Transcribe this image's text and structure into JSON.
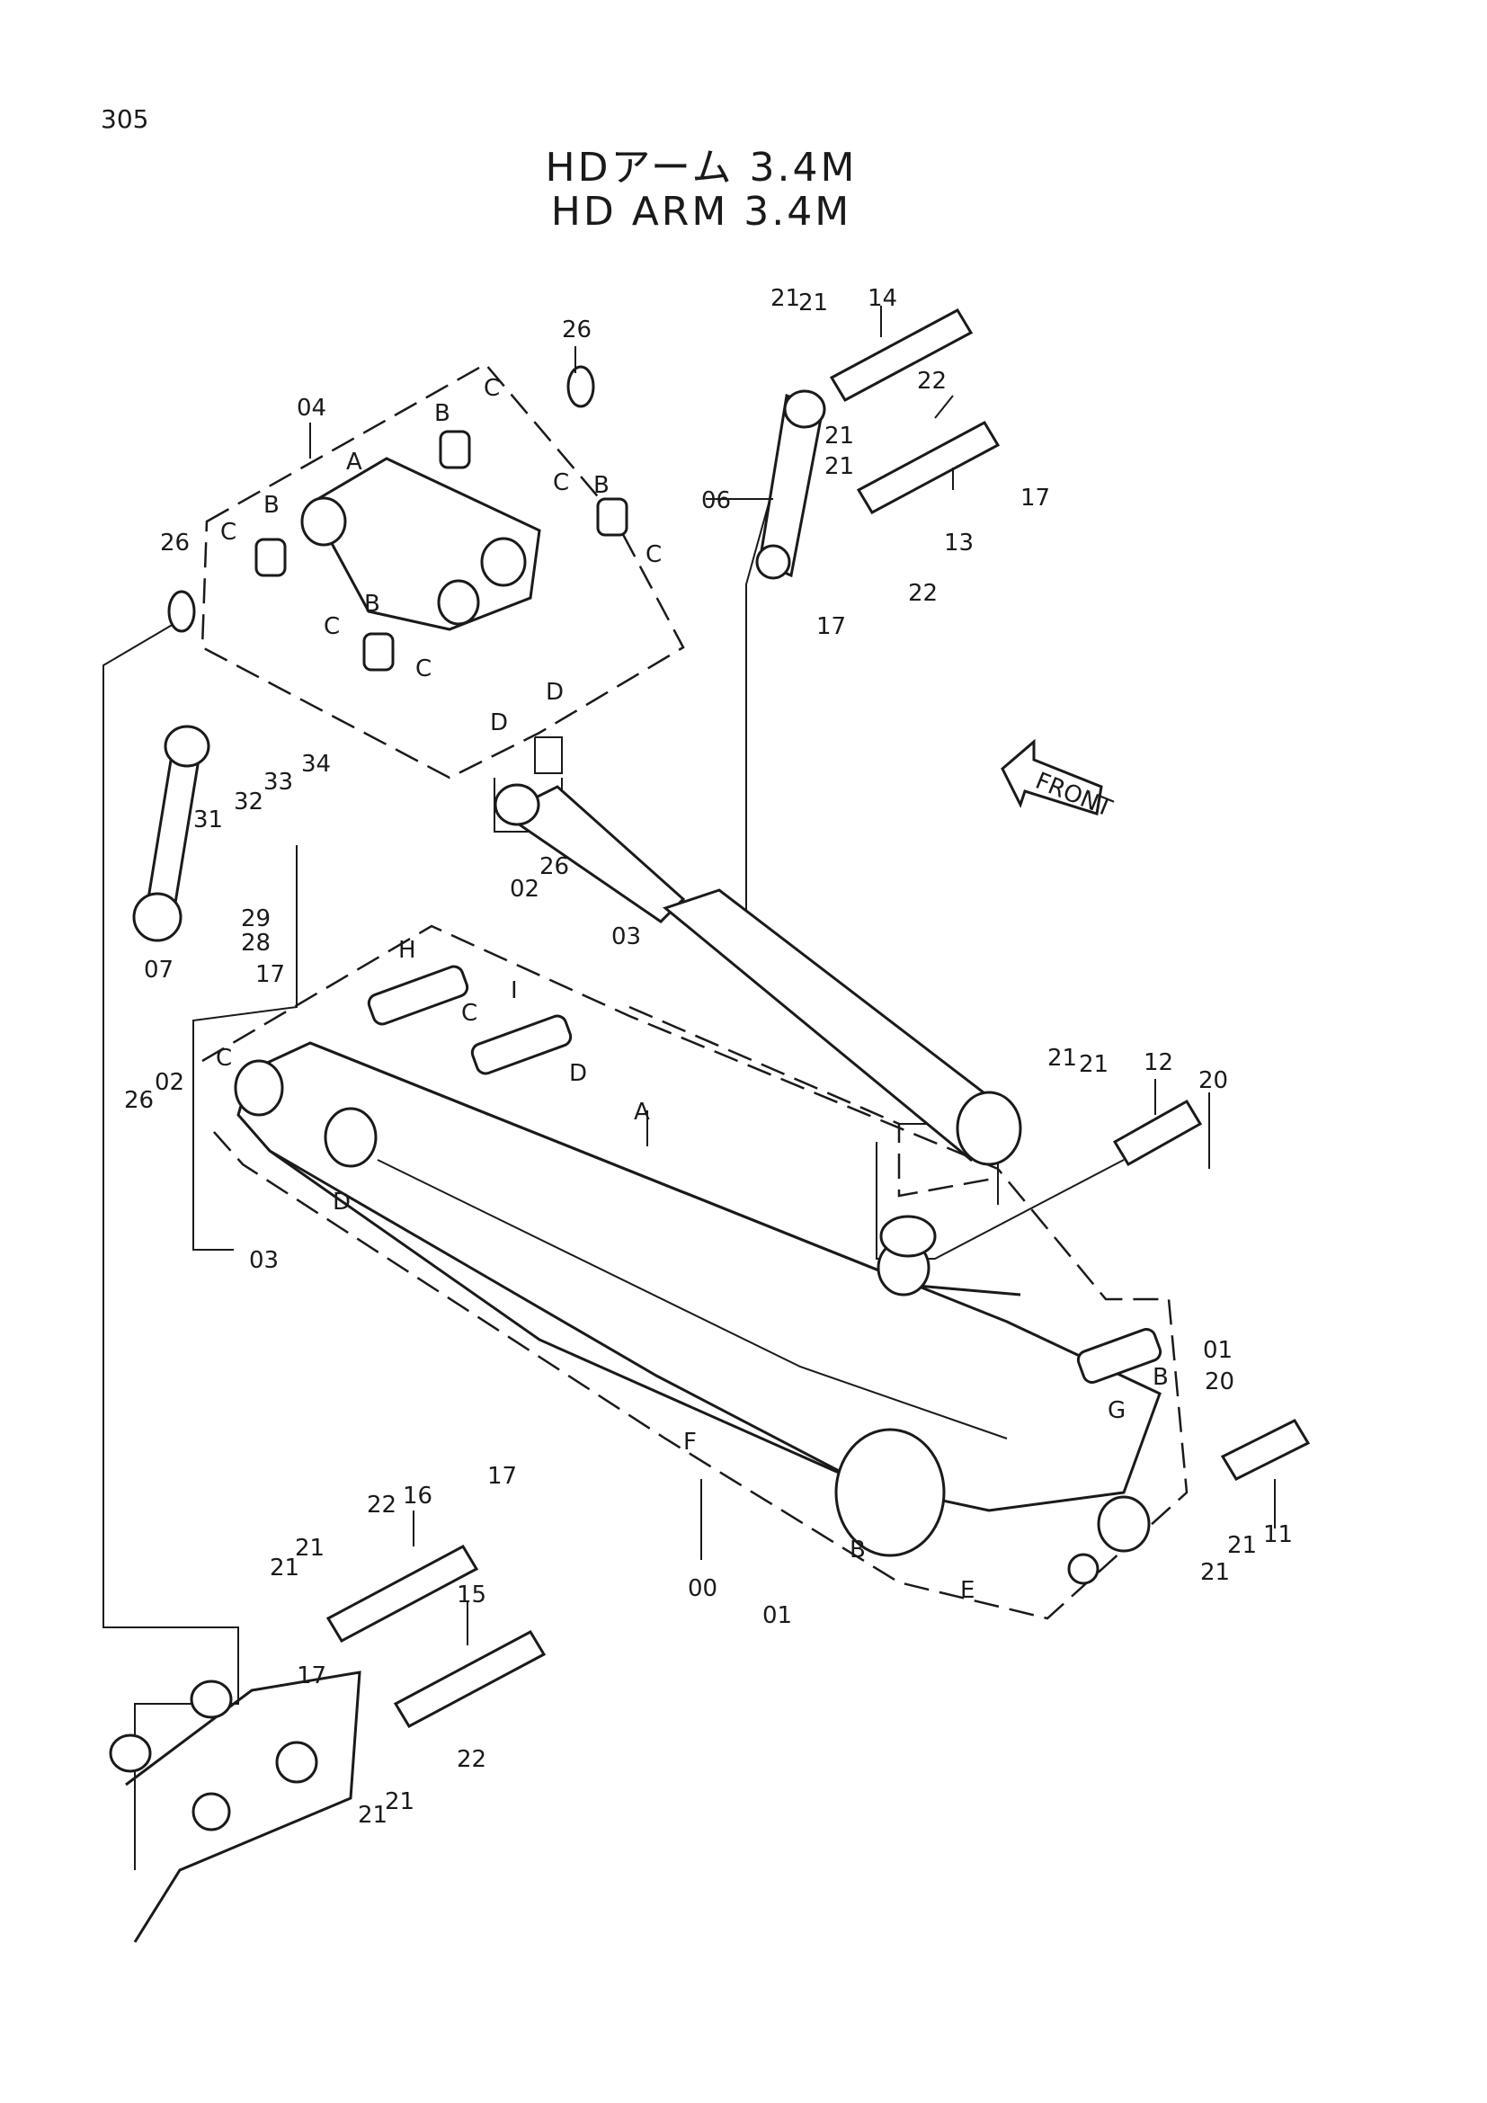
{
  "page_number": "305",
  "title_jp": "HDアーム 3.4M",
  "title_en": "HD ARM 3.4M",
  "front_label": "FRONT",
  "callouts": {
    "n04": "04",
    "n26a": "26",
    "n26b": "26",
    "n26c": "26",
    "n26d": "26",
    "bA1": "A",
    "bB1": "B",
    "bC1": "C",
    "bB2": "B",
    "bC2": "C",
    "bC3": "C",
    "bB3": "B",
    "bC4": "C",
    "bB4": "B",
    "bC5": "C",
    "bC6": "C",
    "bD1": "D",
    "bD2": "D",
    "n33": "33",
    "n34": "34",
    "n31": "31",
    "n32": "32",
    "n29": "29",
    "n28": "28",
    "n17a": "17",
    "n07": "07",
    "n21a": "21",
    "n21b": "21",
    "n14": "14",
    "n22a": "22",
    "n21c": "21",
    "n21d": "21",
    "n06": "06",
    "n13": "13",
    "n17b": "17",
    "n17c": "17",
    "n22b": "22",
    "n02a": "02",
    "n03a": "03",
    "bH": "H",
    "bCc": "C",
    "bI": "I",
    "bDd": "D",
    "n02b": "02",
    "bCl": "C",
    "bA2": "A",
    "bD3": "D",
    "n03b": "03",
    "n21e": "21",
    "n21f": "21",
    "n12": "12",
    "n20a": "20",
    "n01a": "01",
    "bB5": "B",
    "n20b": "20",
    "bG": "G",
    "bF": "F",
    "n11": "11",
    "n21g": "21",
    "n21h": "21",
    "n00": "00",
    "bB6": "B",
    "bE": "E",
    "n01b": "01",
    "n22c": "22",
    "n16": "16",
    "n17d": "17",
    "n21i": "21",
    "n21j": "21",
    "n17e": "17",
    "n15": "15",
    "n22d": "22",
    "n21k": "21",
    "n21l": "21"
  }
}
